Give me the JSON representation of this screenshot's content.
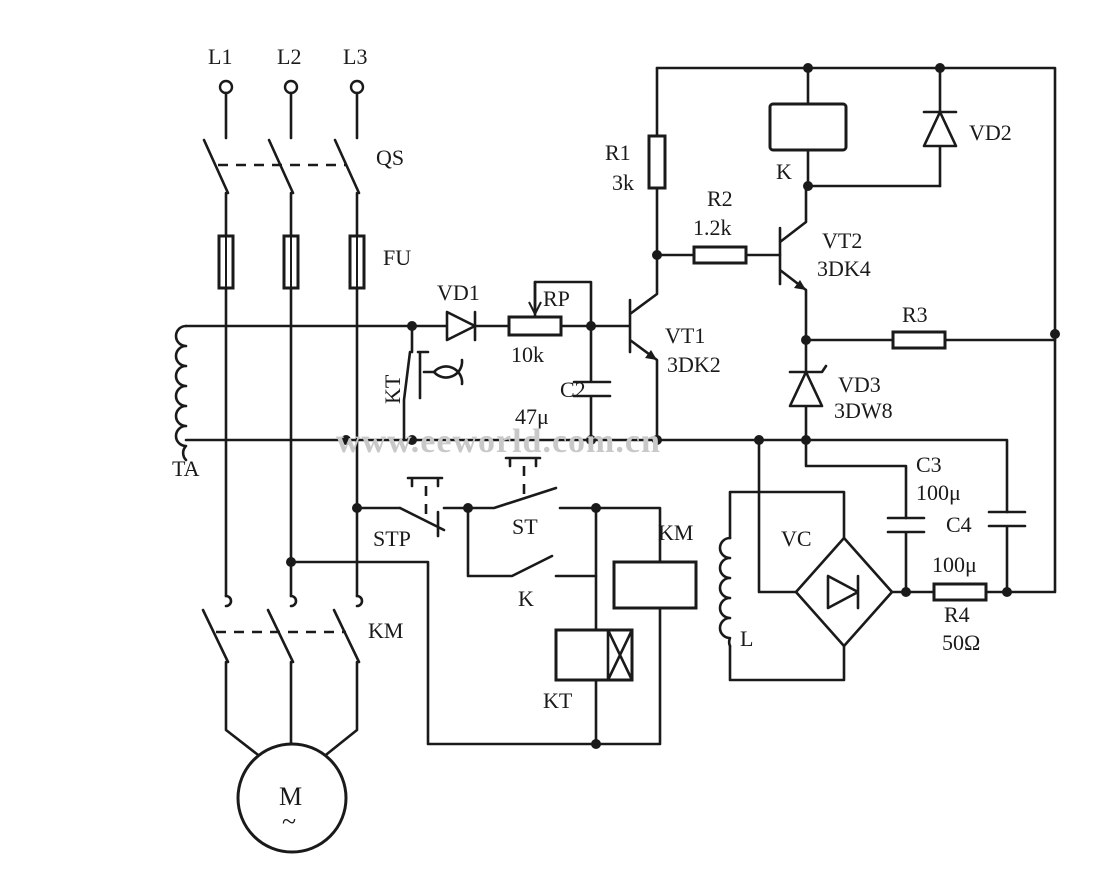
{
  "supply": {
    "l1": "L1",
    "l2": "L2",
    "l3": "L3"
  },
  "main_switch": "QS",
  "fuses": "FU",
  "contactor_main": "KM",
  "current_transformer": "TA",
  "motor": {
    "symbol": "M",
    "type": "~"
  },
  "components": {
    "vd1": "VD1",
    "rp": {
      "name": "RP",
      "value": "10k"
    },
    "c2": {
      "name": "C2",
      "value": "47μ"
    },
    "r1": {
      "name": "R1",
      "value": "3k"
    },
    "r2": {
      "name": "R2",
      "value": "1.2k"
    },
    "vt1": {
      "name": "VT1",
      "part": "3DK2"
    },
    "vt2": {
      "name": "VT2",
      "part": "3DK4"
    },
    "relay_k": "K",
    "vd2": "VD2",
    "r3": "R3",
    "vd3": {
      "name": "VD3",
      "part": "3DW8"
    },
    "c3": {
      "name": "C3",
      "value": "100μ"
    },
    "c4": {
      "name": "C4",
      "value": "100μ"
    },
    "r4": {
      "name": "R4",
      "value": "50Ω"
    },
    "vc": "VC",
    "inductor": "L",
    "kt_contact": "KT",
    "kt_coil": "KT",
    "km_coil": "KM",
    "stop_button": "STP",
    "start_button": "ST",
    "k_contact": "K"
  },
  "watermark": "www.eeworld.com.cn"
}
